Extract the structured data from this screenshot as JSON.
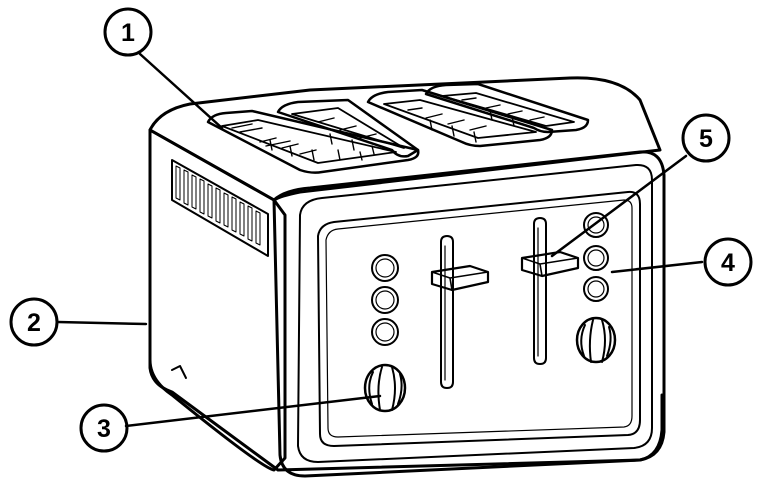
{
  "colors": {
    "ink": "#000000",
    "paper": "#ffffff",
    "shade": "#e9e9e9"
  },
  "callouts": [
    {
      "id": "1",
      "label": "1",
      "part": "bread-slot"
    },
    {
      "id": "2",
      "label": "2",
      "part": "housing"
    },
    {
      "id": "3",
      "label": "3",
      "part": "browning-knob"
    },
    {
      "id": "4",
      "label": "4",
      "part": "function-buttons"
    },
    {
      "id": "5",
      "label": "5",
      "part": "lever"
    }
  ]
}
